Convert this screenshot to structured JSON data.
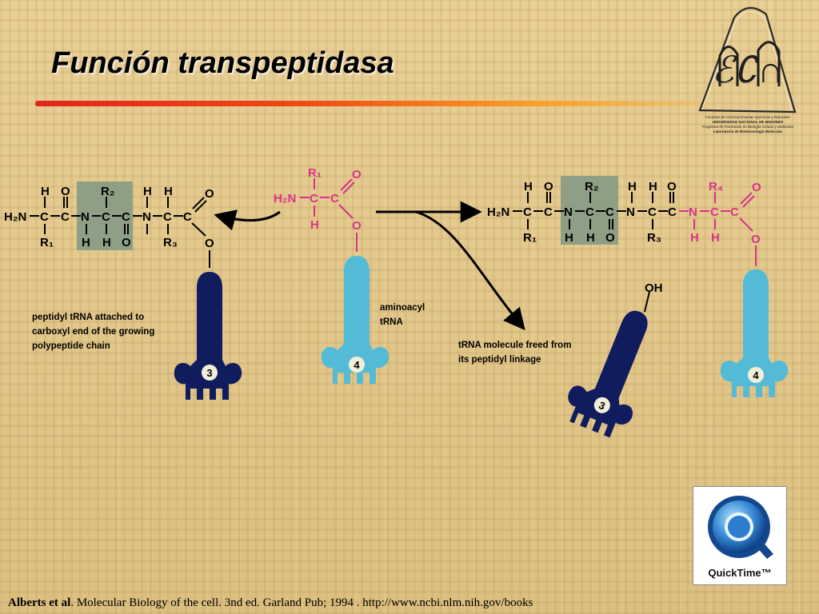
{
  "title": "Función transpeptidasa",
  "logo": {
    "letters": "ℰ∁∩",
    "lines": [
      "Facultad de Ciencias Exactas Químicas y Naturales",
      "UNIVERSIDAD NACIONAL DE MISIONES",
      "Programa de Formación en Biología Celular y Molecular",
      "Laboratorio de Biotecnología Molecular"
    ]
  },
  "diagram": {
    "atoms": {
      "H": "H",
      "O": "O",
      "N": "N",
      "C": "C",
      "H2N": "H₂N",
      "R1": "R₁",
      "R2": "R₂",
      "R3": "R₃",
      "R4": "R₄",
      "OH": "OH"
    },
    "trna_labels": [
      "3",
      "4"
    ],
    "annotations": {
      "peptidyl": [
        "peptidyl tRNA attached to",
        "carboxyl end of the growing",
        "polypeptide chain"
      ],
      "aminoacyl": [
        "aminoacyl",
        "tRNA"
      ],
      "freed": [
        "tRNA molecule freed from",
        "its peptidyl linkage"
      ]
    }
  },
  "quicktime": {
    "label": "QuickTime™"
  },
  "footer": {
    "author": "Alberts et al",
    "citation": ". Molecular Biology of the cell. 3nd ed. Garland Pub; 1994 . http://www.ncbi.nlm.nih.gov/books"
  },
  "colors": {
    "dark_trna": "#101c5e",
    "light_trna": "#54bbd6",
    "magenta": "#d8338a",
    "highlight": "#8f9f86",
    "accent_rule": "#e0261b"
  }
}
